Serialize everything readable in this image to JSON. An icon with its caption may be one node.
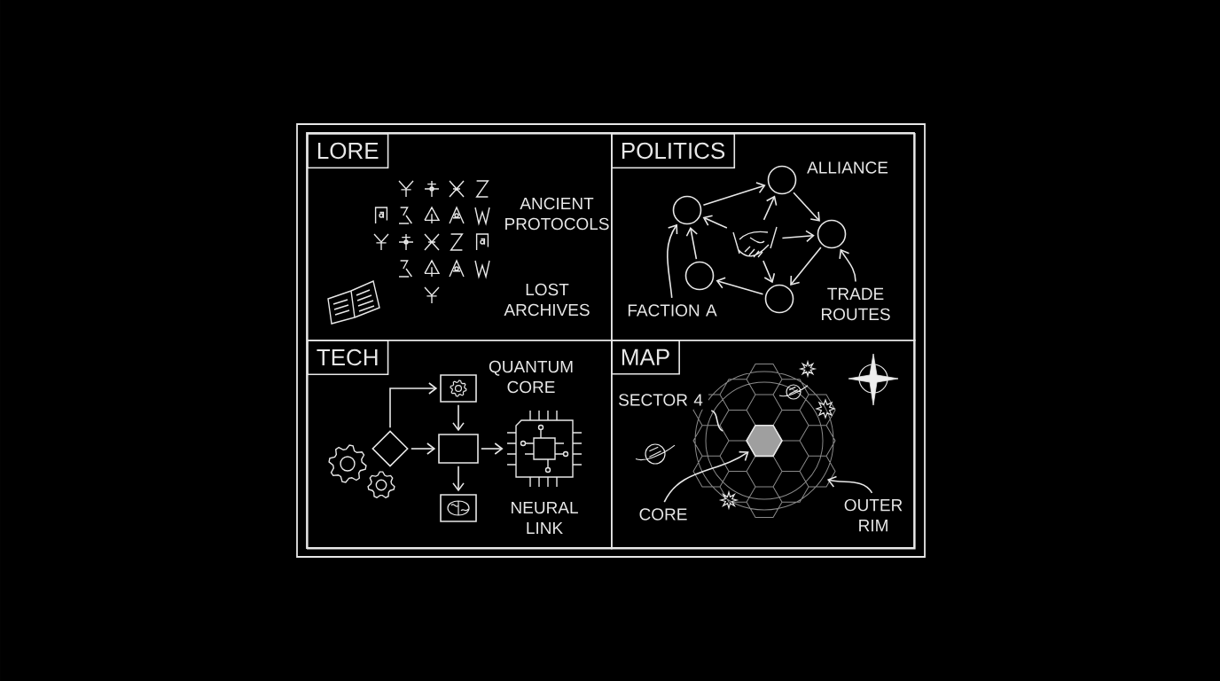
{
  "diagram": {
    "nodes": [
      {
        "text": [
          "LORE"
        ]
      },
      {
        "text": [
          "POLITICS"
        ]
      },
      {
        "text": [],
        "shape": "circle",
        "in": 1
      },
      {
        "text": [],
        "shape": "circle",
        "in": 1,
        "beside": [
          "ALLIANCE"
        ]
      },
      {
        "text": [],
        "shape": "circle",
        "in": 1
      },
      {
        "text": [],
        "shape": "circle",
        "in": 1
      },
      {
        "text": [],
        "shape": "circle",
        "in": 1
      },
      {
        "text": [],
        "shape": "picture",
        "in": 1
      },
      {
        "text": [
          "FACTION A"
        ],
        "in": 1
      },
      {
        "text": [
          "TRADE ROUTES"
        ],
        "in": 1
      },
      {
        "text": [
          "TECH"
        ]
      },
      {
        "text": [],
        "shape": "diamond",
        "in": 10
      },
      {
        "text": [],
        "shape": "box",
        "in": 10
      },
      {
        "text": [],
        "shape": "box",
        "in": 10
      },
      {
        "text": [],
        "shape": "box",
        "in": 10
      },
      {
        "text": [],
        "shape": "picture",
        "in": 10
      },
      {
        "text": [
          "MAP"
        ]
      },
      {
        "text": [
          "SECTOR 4"
        ],
        "in": 16
      },
      {
        "text": [],
        "shape": "hexagon",
        "in": 16
      },
      {
        "text": [
          "CORE"
        ],
        "in": 16
      },
      {
        "text": [
          "OUTER RIM"
        ],
        "in": 16
      }
    ],
    "edges": [
      {
        "from": 2,
        "to": 3,
        "arrow": "to"
      },
      {
        "from": 3,
        "to": 4,
        "arrow": "to"
      },
      {
        "from": 4,
        "to": 6,
        "arrow": "to"
      },
      {
        "from": 6,
        "to": 5,
        "arrow": "to"
      },
      {
        "from": 5,
        "to": 2,
        "arrow": "to"
      },
      {
        "from": 7,
        "to": 2,
        "arrow": "to"
      },
      {
        "from": 7,
        "to": 3,
        "arrow": "to"
      },
      {
        "from": 7,
        "to": 4,
        "arrow": "to"
      },
      {
        "from": 7,
        "to": 6,
        "arrow": "to"
      },
      {
        "from": 8,
        "to": 2,
        "arrow": "to"
      },
      {
        "from": 9,
        "to": 4,
        "arrow": "to"
      },
      {
        "from": 11,
        "to": 12,
        "arrow": "to"
      },
      {
        "from": 11,
        "to": 13,
        "arrow": "to"
      },
      {
        "from": 12,
        "to": 13,
        "arrow": "to"
      },
      {
        "from": 13,
        "to": 14,
        "arrow": "to"
      },
      {
        "from": 13,
        "to": 15,
        "arrow": "to"
      },
      {
        "from": 17,
        "to": null,
        "arrow": "none"
      },
      {
        "from": 19,
        "to": 18,
        "arrow": "to"
      },
      {
        "from": 20,
        "to": null,
        "arrow": "to"
      }
    ],
    "labels": [
      "ANCIENT PROTOCOLS",
      "LOST ARCHIVES",
      "QUANTUM CORE",
      "NEURAL LINK"
    ]
  }
}
